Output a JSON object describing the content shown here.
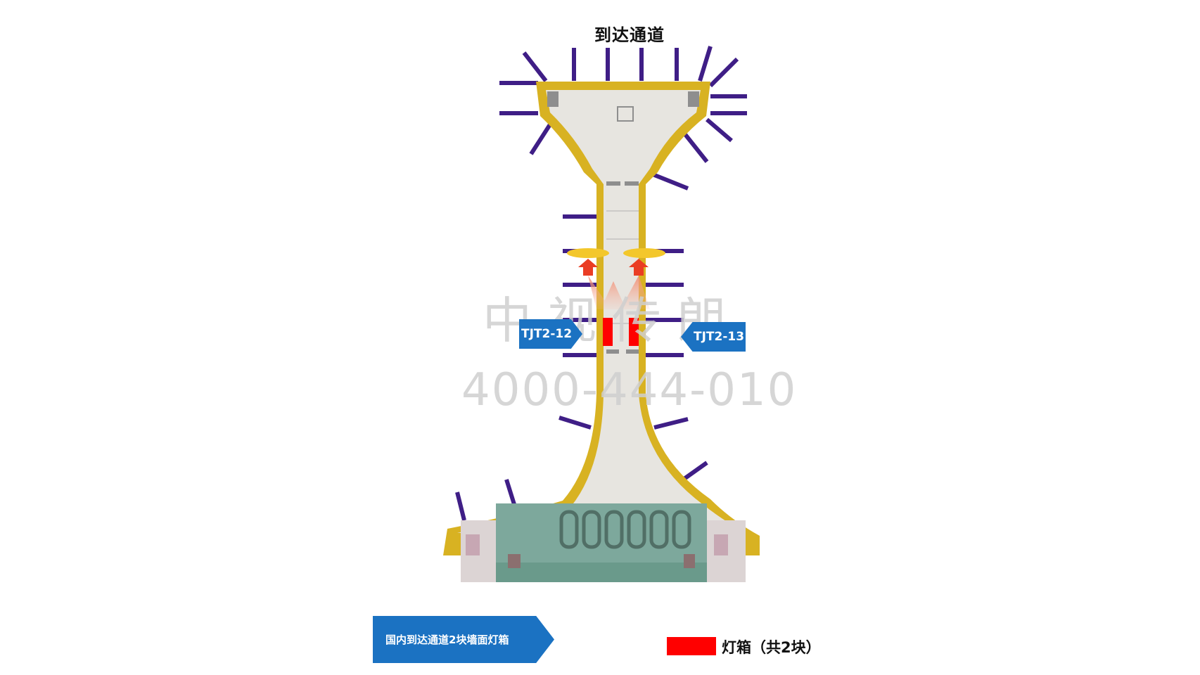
{
  "title": "到达通道",
  "tags": {
    "left": "TJT2-12",
    "right": "TJT2-13"
  },
  "banner": "国内到达通道2块墙面灯箱",
  "legend": {
    "label": "灯箱（共2块）",
    "color": "#ff0000"
  },
  "watermark": {
    "company": "中视传朗",
    "phone": "4000-444-010"
  },
  "colors": {
    "corridor_wall": "#d8b222",
    "floor": "#e7e5e0",
    "jet_bridge": "#3f1e86",
    "terminal_area": "#7da89c",
    "light_box": "#ff0000",
    "tag_blue": "#1b72c2"
  }
}
